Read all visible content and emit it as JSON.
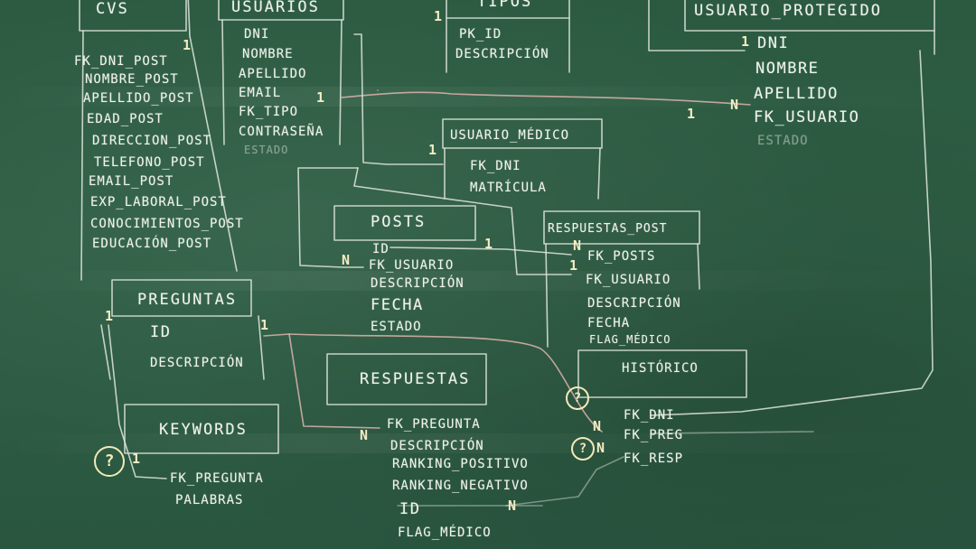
{
  "tables": {
    "cvs": {
      "title": "CVS",
      "fields": [
        "FK_DNI_POST",
        "NOMBRE_POST",
        "APELLIDO_POST",
        "EDAD_POST",
        "DIRECCION_POST",
        "TELEFONO_POST",
        "EMAIL_POST",
        "EXP_LABORAL_POST",
        "CONOCIMIENTOS_POST",
        "EDUCACIÓN_POST"
      ]
    },
    "usuarios": {
      "title": "USUARIOS",
      "fields": [
        "DNI",
        "NOMBRE",
        "APELLIDO",
        "EMAIL",
        "FK_TIPO",
        "CONTRASEÑA"
      ],
      "faded_field": "ESTADO"
    },
    "tipos": {
      "title": "TIPOS",
      "fields": [
        "PK_ID",
        "DESCRIPCIÓN"
      ]
    },
    "usuario_protegido": {
      "title": "USUARIO_PROTEGIDO",
      "fields": [
        "DNI",
        "NOMBRE",
        "APELLIDO",
        "FK_USUARIO"
      ],
      "faded_field": "ESTADO"
    },
    "usuario_medico": {
      "title": "USUARIO_MÉDICO",
      "fields": [
        "FK_DNI",
        "MATRÍCULA"
      ]
    },
    "posts": {
      "title": "POSTS",
      "fields": [
        "ID",
        "FK_USUARIO",
        "DESCRIPCIÓN",
        "FECHA",
        "ESTADO"
      ]
    },
    "respuestas_post": {
      "title": "RESPUESTAS_POST",
      "fields": [
        "FK_POSTS",
        "FK_USUARIO",
        "DESCRIPCIÓN",
        "FECHA",
        "FLAG_MÉDICO"
      ]
    },
    "preguntas": {
      "title": "PREGUNTAS",
      "fields": [
        "ID",
        "DESCRIPCIÓN"
      ]
    },
    "respuestas": {
      "title": "RESPUESTAS",
      "fields": [
        "FK_PREGUNTA",
        "DESCRIPCIÓN",
        "RANKING_POSITIVO",
        "RANKING_NEGATIVO",
        "ID",
        "FLAG_MÉDICO"
      ]
    },
    "historico": {
      "title": "HISTÓRICO",
      "fields": [
        "FK_DNI",
        "FK_PREG",
        "FK_RESP"
      ]
    },
    "keywords": {
      "title": "KEYWORDS",
      "fields": [
        "FK_PREGUNTA",
        "PALABRAS"
      ]
    }
  },
  "cardinality": {
    "one": "1",
    "many": "N",
    "question": "?"
  },
  "colors": {
    "board": "#2e5e44",
    "chalk": "#eef2ea",
    "yellow_chalk": "#f4edc4",
    "pink_chalk": "#e8b9b4"
  }
}
